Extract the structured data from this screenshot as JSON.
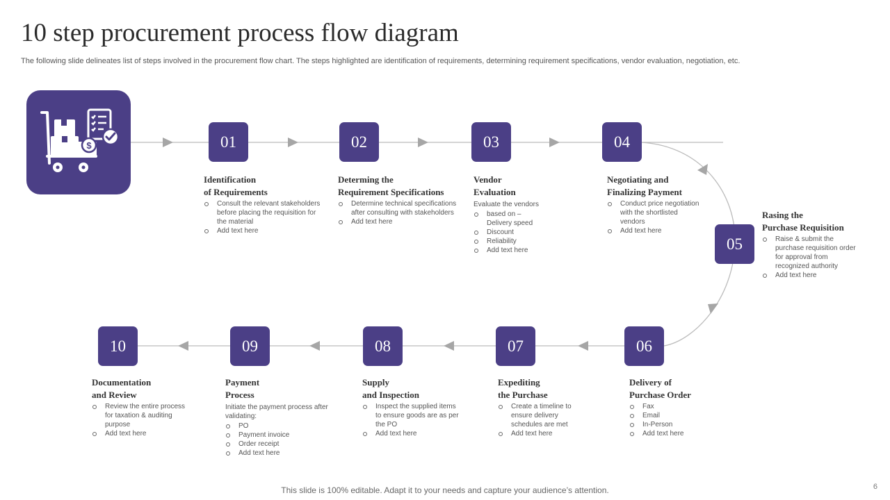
{
  "title": "10 step procurement process flow diagram",
  "subtitle": "The following slide delineates list of steps involved in the procurement flow chart. The steps highlighted are identification of requirements, determining requirement specifications, vendor evaluation, negotiation, etc.",
  "hero_icon": "procurement-cart-checklist-icon",
  "accent_color": "#4b3f86",
  "line_color": "#bbbbbb",
  "arrow_color": "#a6a6a6",
  "steps": [
    {
      "num": "01",
      "heading": "Identification\nof Requirements",
      "intro": "",
      "bullets": [
        "Consult the relevant stakeholders\nbefore placing the requisition for the material",
        "Add text here"
      ]
    },
    {
      "num": "02",
      "heading": "Determing the\nRequirement Specifications",
      "intro": "",
      "bullets": [
        "Determine technical specifications  after consulting with stakeholders",
        "Add text here"
      ]
    },
    {
      "num": "03",
      "heading": "Vendor\nEvaluation",
      "intro": "Evaluate the vendors",
      "bullets": [
        "based on –\nDelivery speed",
        "Discount",
        "Reliability",
        "Add text here"
      ]
    },
    {
      "num": "04",
      "heading": "Negotiating and\nFinalizing Payment",
      "intro": "",
      "bullets": [
        "Conduct price negotiation  with the shortlisted vendors",
        "Add text here"
      ]
    },
    {
      "num": "05",
      "heading": "Rasing the\nPurchase Requisition",
      "intro": "",
      "bullets": [
        "Raise & submit the purchase requisition order for approval from recognized authority",
        "Add text here"
      ]
    },
    {
      "num": "06",
      "heading": "Delivery of\nPurchase Order",
      "intro": "",
      "bullets": [
        "Fax",
        "Email",
        "In-Person",
        "Add text here"
      ]
    },
    {
      "num": "07",
      "heading": "Expediting\nthe Purchase",
      "intro": "",
      "bullets": [
        "Create a timeline  to ensure delivery schedules are met",
        "Add text here"
      ]
    },
    {
      "num": "08",
      "heading": "Supply\nand Inspection",
      "intro": "",
      "bullets": [
        "Inspect the supplied items to ensure goods are as per the PO",
        "Add text here"
      ]
    },
    {
      "num": "09",
      "heading": "Payment\nProcess",
      "intro": "Initiate  the payment process after validating:",
      "bullets": [
        "PO",
        "Payment invoice",
        "Order receipt",
        "Add text here"
      ]
    },
    {
      "num": "10",
      "heading": "Documentation\nand Review",
      "intro": "",
      "bullets": [
        "Review the entire process for taxation & auditing purpose",
        "Add text here"
      ]
    }
  ],
  "footer": "This slide is 100% editable. Adapt it to your needs and capture your audience’s attention.",
  "page_number": "6"
}
